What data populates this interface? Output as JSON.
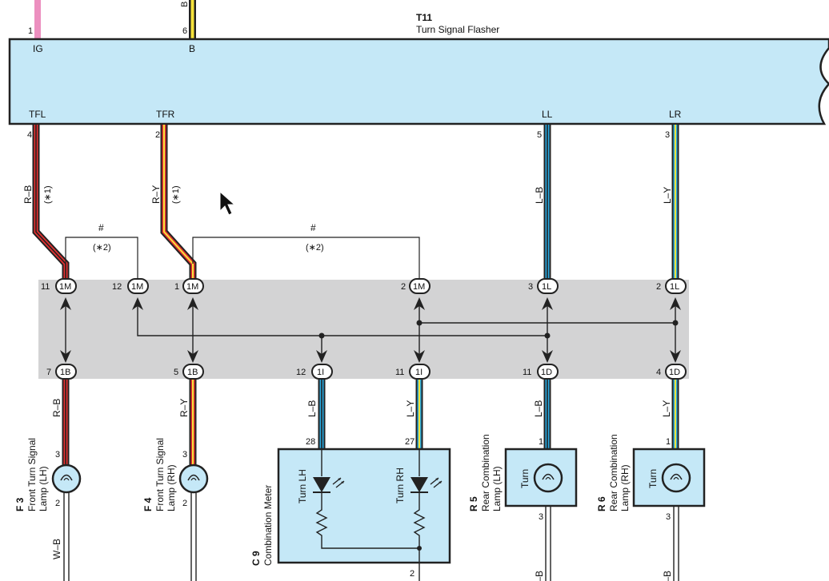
{
  "flasher": {
    "code": "T11",
    "name": "Turn Signal Flasher",
    "pins": {
      "ig": {
        "num": "1",
        "label": "IG"
      },
      "b": {
        "num": "6",
        "label": "B"
      },
      "tfl": {
        "num": "4",
        "label": "TFL"
      },
      "tfr": {
        "num": "2",
        "label": "TFR"
      },
      "ll": {
        "num": "5",
        "label": "LL"
      },
      "lr": {
        "num": "3",
        "label": "LR"
      }
    },
    "top_wire_b_label": "B"
  },
  "wires": {
    "tfl_color": "R–B",
    "tfr_color": "R–Y",
    "ll_color": "L–B",
    "lr_color": "L–Y",
    "note1": "(∗1)",
    "hash": "#",
    "note2": "(∗2)"
  },
  "junction": {
    "top": [
      {
        "pin": "11",
        "conn": "1M"
      },
      {
        "pin": "12",
        "conn": "1M"
      },
      {
        "pin": "1",
        "conn": "1M"
      },
      {
        "pin": "2",
        "conn": "1M"
      },
      {
        "pin": "3",
        "conn": "1L"
      },
      {
        "pin": "2",
        "conn": "1L"
      }
    ],
    "bottom": [
      {
        "pin": "7",
        "conn": "1B"
      },
      {
        "pin": "5",
        "conn": "1B"
      },
      {
        "pin": "12",
        "conn": "1I"
      },
      {
        "pin": "11",
        "conn": "1I"
      },
      {
        "pin": "11",
        "conn": "1D"
      },
      {
        "pin": "4",
        "conn": "1D"
      }
    ]
  },
  "lower_wires": {
    "w1": "R–B",
    "w2": "R–Y",
    "w3": "L–B",
    "w4": "L–Y",
    "w5": "L–B",
    "w6": "L–Y"
  },
  "components": {
    "f3": {
      "code": "F 3",
      "name1": "Front Turn Signal",
      "name2": "Lamp (LH)",
      "pin_top": "3",
      "pin_bottom": "2",
      "ground_wire": "W–B"
    },
    "f4": {
      "code": "F 4",
      "name1": "Front Turn Signal",
      "name2": "Lamp (RH)",
      "pin_top": "3",
      "pin_bottom": "2"
    },
    "c9": {
      "code": "C 9",
      "name": "Combination Meter",
      "pin_lh": "28",
      "pin_rh": "27",
      "lh_label": "Turn LH",
      "rh_label": "Turn RH",
      "pin_bottom": "2"
    },
    "r5": {
      "code": "R 5",
      "name1": "Rear Combination",
      "name2": "Lamp (LH)",
      "inner": "Turn",
      "pin_top": "1",
      "pin_bottom": "3",
      "ground_wire": "W–B"
    },
    "r6": {
      "code": "R 6",
      "name1": "Rear Combination",
      "name2": "Lamp (RH)",
      "inner": "Turn",
      "pin_top": "1",
      "pin_bottom": "3",
      "ground_wire": "W–B"
    }
  },
  "colors": {
    "flasher_fill": "#c5e8f7",
    "junction_fill": "#d3d3d4",
    "red": "#e53030",
    "yellow": "#f5e23a",
    "blue": "#29a8df",
    "pink": "#ec8fbf",
    "outline": "#222222"
  }
}
